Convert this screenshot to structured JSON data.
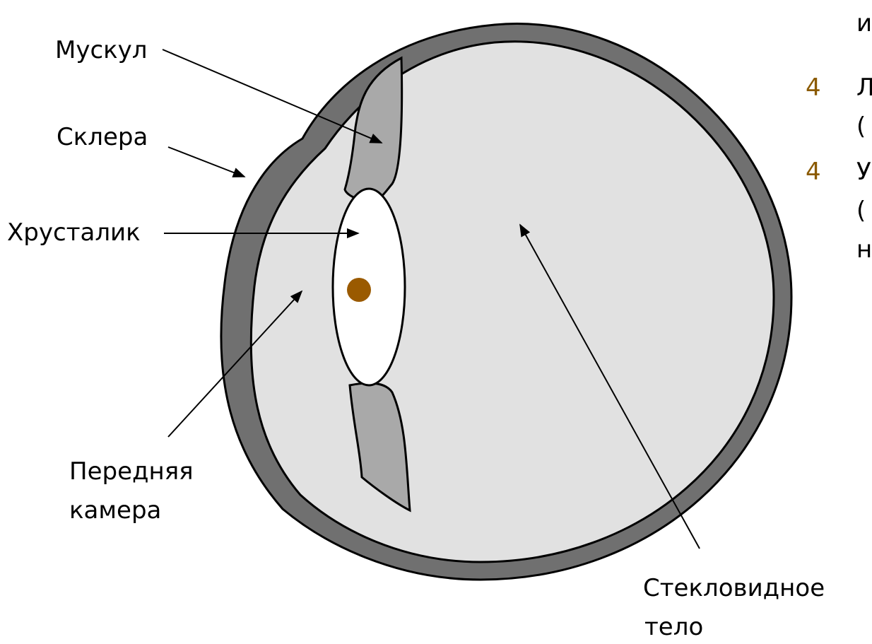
{
  "labels": {
    "muscle": "Мускул",
    "sclera": "Склера",
    "lens": "Хрусталик",
    "anterior_chamber_1": "Передняя",
    "anterior_chamber_2": "камера",
    "vitreous_1": "Стекловидное",
    "vitreous_2": "тело"
  },
  "bullets": [
    {
      "marker": "4",
      "text_lines": [
        "Л",
        "("
      ]
    },
    {
      "marker": "4",
      "text_lines": [
        "У",
        "(",
        "н"
      ]
    }
  ],
  "cutoff_top_text": "и",
  "colors": {
    "sclera": "#707070",
    "chamber": "#e1e1e1",
    "muscle": "#a9a9a9",
    "lens": "#ffffff",
    "pupil_dot": "#9a5a00",
    "bullet_marker": "#8b5a00"
  }
}
